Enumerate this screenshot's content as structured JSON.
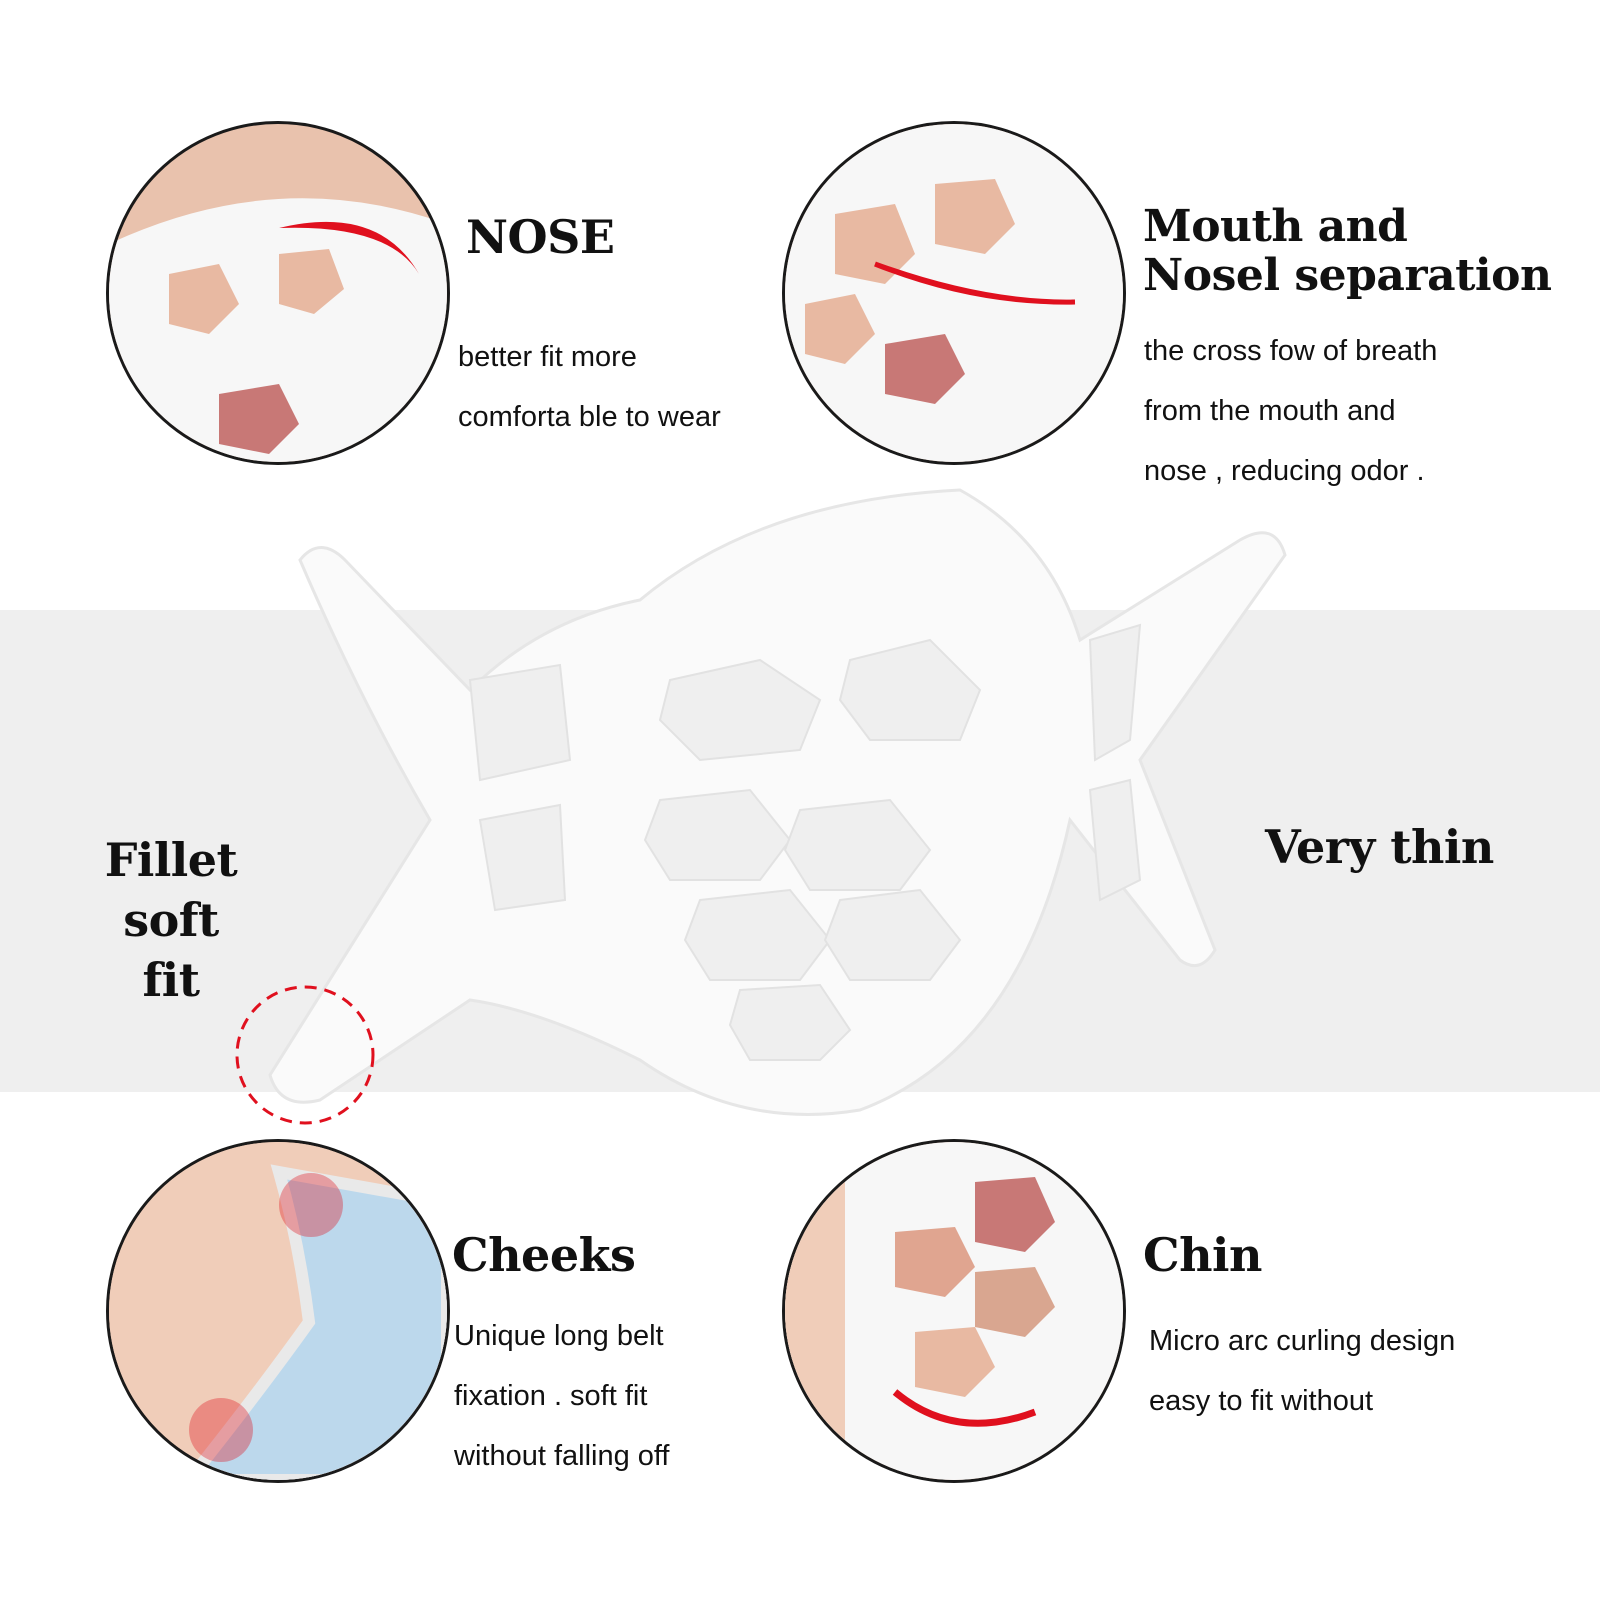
{
  "features": {
    "nose": {
      "title": "NOSE",
      "desc_line1": "better fit more",
      "desc_line2": "comforta ble to wear"
    },
    "separation": {
      "title_line1": "Mouth and",
      "title_line2": "Nosel separation",
      "desc_line1": "the cross fow of breath",
      "desc_line2": "from the mouth and",
      "desc_line3": "nose , reducing odor ."
    },
    "fillet": {
      "title_line1": "Fillet",
      "title_line2": "soft fit"
    },
    "thin": {
      "title": "Very thin"
    },
    "cheeks": {
      "title": "Cheeks",
      "desc_line1": "Unique long belt",
      "desc_line2": "fixation . soft fit",
      "desc_line3": "without falling off"
    },
    "chin": {
      "title": "Chin",
      "desc_line1": "Micro arc curling design",
      "desc_line2": "easy to fit without"
    }
  },
  "colors": {
    "accent": "#e0101e",
    "band": "#efefef",
    "skin": "#e9c2ad"
  }
}
